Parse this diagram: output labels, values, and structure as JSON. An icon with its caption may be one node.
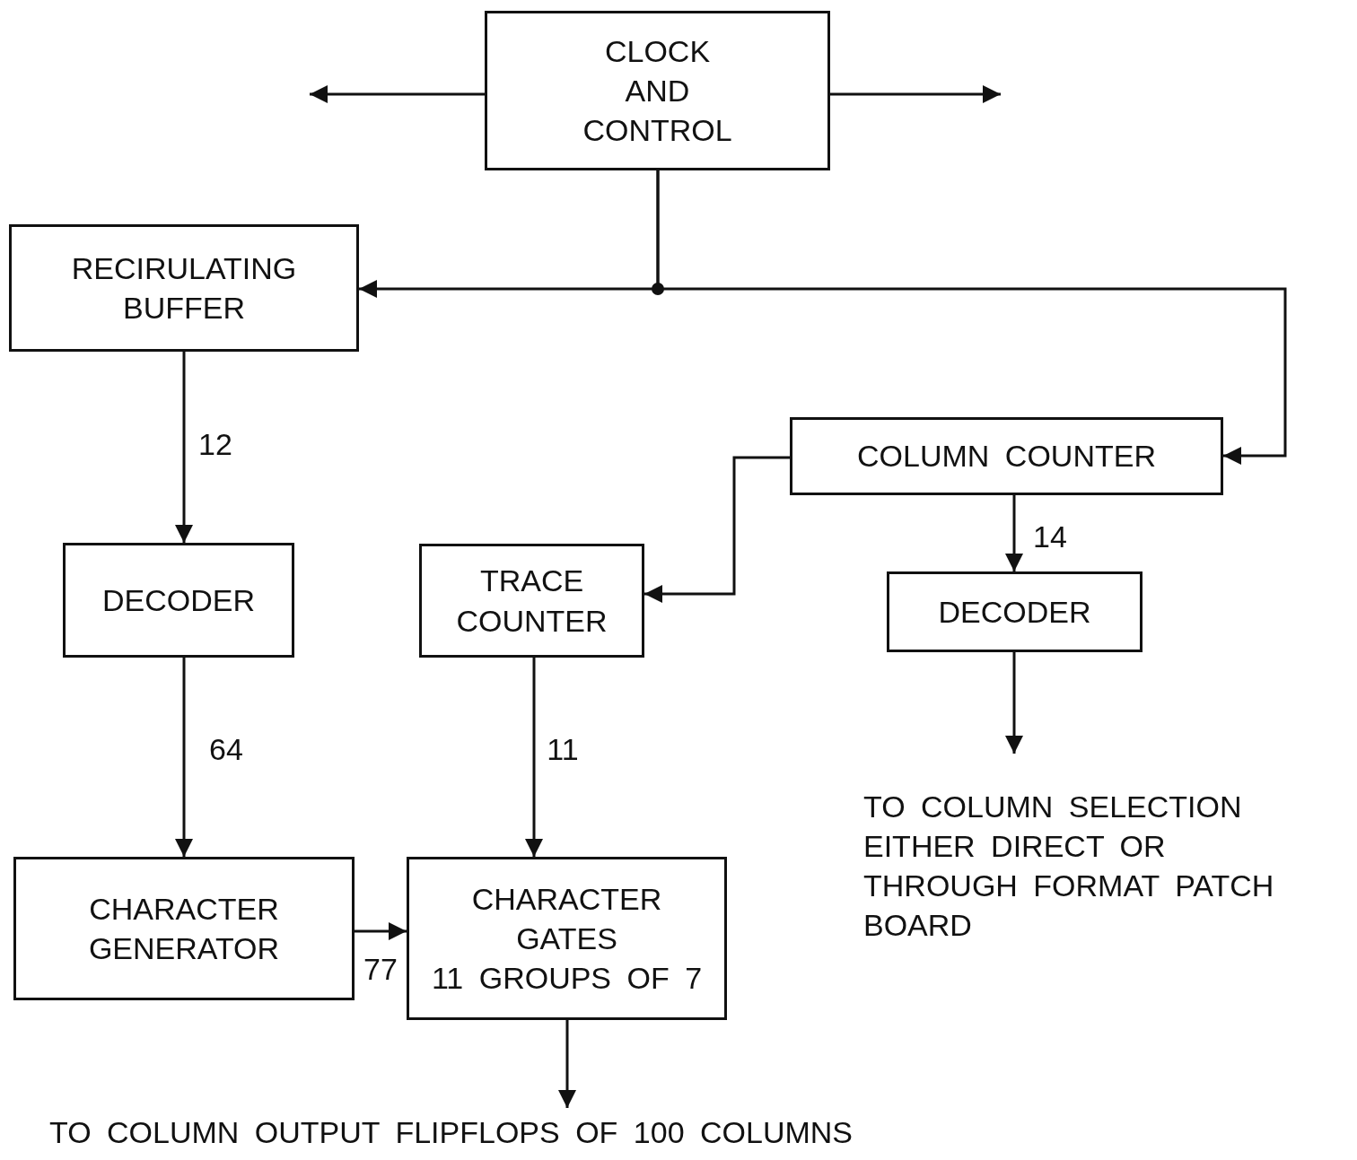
{
  "diagram": {
    "nodes": [
      {
        "text": [
          "CLOCK AND CONTROL"
        ]
      },
      {
        "text": [
          "RECIRULATING BUFFER"
        ]
      },
      {
        "text": [
          "COLUMN COUNTER"
        ]
      },
      {
        "text": [
          "DECODER"
        ]
      },
      {
        "text": [
          "TRACE COUNTER"
        ]
      },
      {
        "text": [
          "DECODER"
        ]
      },
      {
        "text": [
          "CHARACTER GENERATOR"
        ]
      },
      {
        "text": [
          "CHARACTER GATES",
          "11 GROUPS OF 7"
        ]
      },
      {
        "text": [
          "TO COLUMN SELECTION EITHER DIRECT OR THROUGH FORMAT PATCH BOARD"
        ]
      },
      {
        "text": [
          "TO COLUMN OUTPUT FLIPFLOPS OF 100 COLUMNS"
        ]
      }
    ],
    "edges": [
      {
        "from": 0,
        "to": null,
        "arrow": "to"
      },
      {
        "from": 0,
        "to": null,
        "arrow": "to"
      },
      {
        "from": 0,
        "to": 1,
        "arrow": "to"
      },
      {
        "from": 0,
        "to": 2,
        "arrow": "to"
      },
      {
        "from": 1,
        "to": 3,
        "arrow": "to",
        "label": "12"
      },
      {
        "from": 2,
        "to": 4,
        "arrow": "to"
      },
      {
        "from": 2,
        "to": 5,
        "arrow": "to",
        "label": "14"
      },
      {
        "from": 3,
        "to": 6,
        "arrow": "to",
        "label": "64"
      },
      {
        "from": 4,
        "to": 7,
        "arrow": "to",
        "label": "11"
      },
      {
        "from": 6,
        "to": 7,
        "arrow": "to",
        "label": "77"
      },
      {
        "from": 5,
        "to": 8,
        "arrow": "to"
      },
      {
        "from": 7,
        "to": 9,
        "arrow": "to"
      }
    ]
  }
}
